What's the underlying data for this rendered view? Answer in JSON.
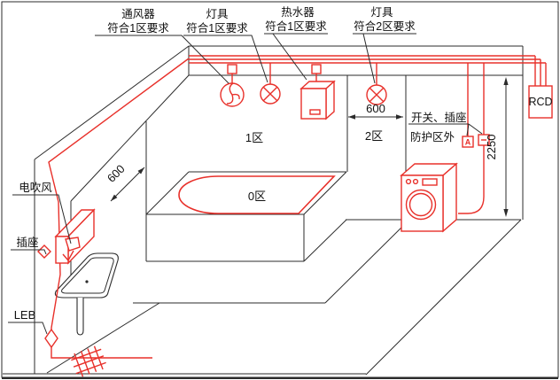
{
  "colors": {
    "line": "#2b2b2b",
    "wire_red": "#e8302a",
    "background": "#ffffff"
  },
  "callouts": {
    "ventilator": {
      "name": "通风器",
      "requirement": "符合1区要求"
    },
    "luminaire_zone1": {
      "name": "灯具",
      "requirement": "符合1区要求"
    },
    "water_heater": {
      "name": "热水器",
      "requirement": "符合1区要求"
    },
    "luminaire_zone2": {
      "name": "灯具",
      "requirement": "符合2区要求"
    },
    "switch_socket": {
      "line1": "开关、插座",
      "line2": "防护区外"
    },
    "hair_dryer": "电吹风",
    "socket": "插座",
    "leb": "LEB"
  },
  "devices": {
    "rcd": "RCD",
    "switch_marker": "A"
  },
  "zones": {
    "zone0": "0区",
    "zone1": "1区",
    "zone2": "2区"
  },
  "dimensions": {
    "zone2_width_mm": "600",
    "left_wall_mm": "600",
    "zone_height_mm": "2250"
  }
}
